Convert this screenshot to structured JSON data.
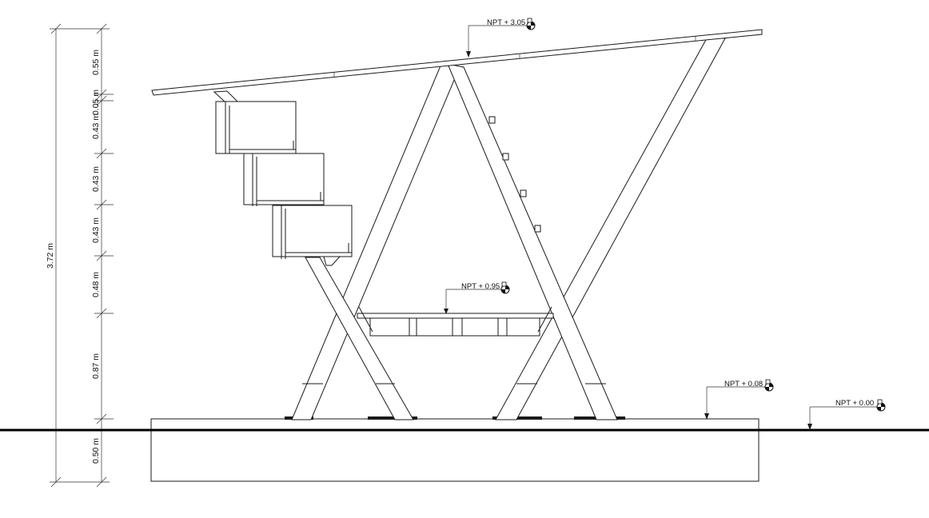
{
  "total_height_label": "3.72 m",
  "dimensions": {
    "d1": "0.55 m",
    "d2": "0.05 m",
    "d3": "0.43 m",
    "d4": "0.43 m",
    "d5": "0.43 m",
    "d6": "0.48 m",
    "d7": "0.87 m",
    "d8": "0.50 m"
  },
  "levels": {
    "top": "NPT + 3.05",
    "bench": "NPT + 0.95",
    "platform": "NPT + 0.08",
    "ground": "NPT + 0.00"
  },
  "colors": {
    "line": "#1a1a1a",
    "background": "#ffffff"
  }
}
